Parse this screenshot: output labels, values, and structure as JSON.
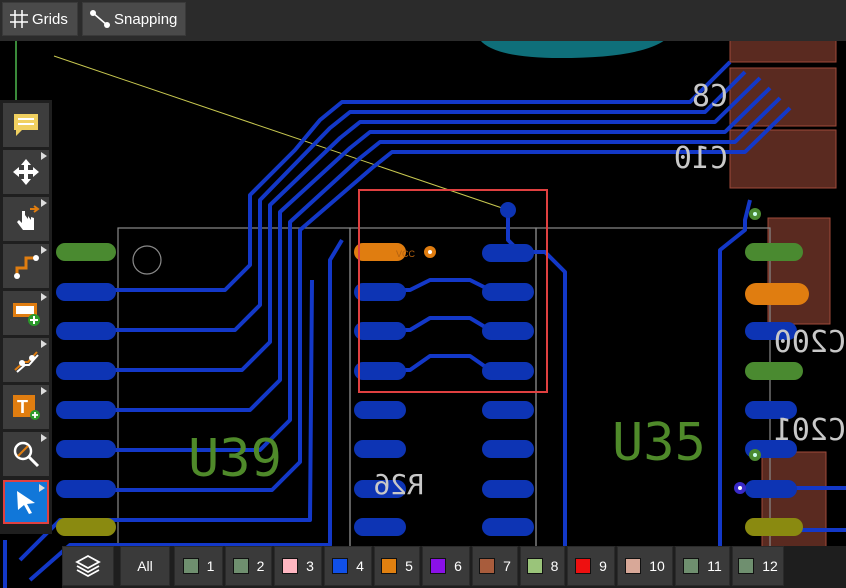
{
  "topbar": {
    "grids_label": "Grids",
    "snapping_label": "Snapping"
  },
  "toolbar": {
    "tools": [
      {
        "name": "comment-tool",
        "icon": "comment-icon"
      },
      {
        "name": "move-tool",
        "icon": "move-icon"
      },
      {
        "name": "drag-tool",
        "icon": "hand-pointer-icon"
      },
      {
        "name": "route-tool",
        "icon": "route-icon"
      },
      {
        "name": "place-component-tool",
        "icon": "add-component-icon"
      },
      {
        "name": "diff-pair-tool",
        "icon": "diff-pair-icon"
      },
      {
        "name": "text-tool",
        "icon": "add-text-icon"
      },
      {
        "name": "zoom-tool",
        "icon": "zoom-icon"
      },
      {
        "name": "select-tool",
        "icon": "cursor-icon",
        "active": true
      }
    ]
  },
  "board": {
    "labels": {
      "u39": "U39",
      "u35": "U35",
      "r26": "R26",
      "c8": "C8",
      "c10": "C10",
      "c200": "C200",
      "c201": "C201",
      "vcc": "VCC"
    },
    "colors": {
      "trace": "#1338c8",
      "pad": "#0d34b4",
      "orange_pad": "#e07d10",
      "green_pad": "#4a8a30",
      "olive_pad": "#8a8a10",
      "silkscreen": "#4f8a2a",
      "component_label": "#c8c8c8",
      "highlight": "#e04040"
    }
  },
  "layers": {
    "all_label": "All",
    "items": [
      {
        "label": "1",
        "color": "#6f8f6f"
      },
      {
        "label": "2",
        "color": "#6f8f6f"
      },
      {
        "label": "3",
        "color": "#ffb6c1"
      },
      {
        "label": "4",
        "color": "#1050e8"
      },
      {
        "label": "5",
        "color": "#e08010"
      },
      {
        "label": "6",
        "color": "#8a10e8"
      },
      {
        "label": "7",
        "color": "#a85c3c"
      },
      {
        "label": "8",
        "color": "#9ac47a"
      },
      {
        "label": "9",
        "color": "#ee1010"
      },
      {
        "label": "10",
        "color": "#d8a898"
      },
      {
        "label": "11",
        "color": "#6f8f6f"
      },
      {
        "label": "12",
        "color": "#6f8f6f"
      }
    ]
  }
}
